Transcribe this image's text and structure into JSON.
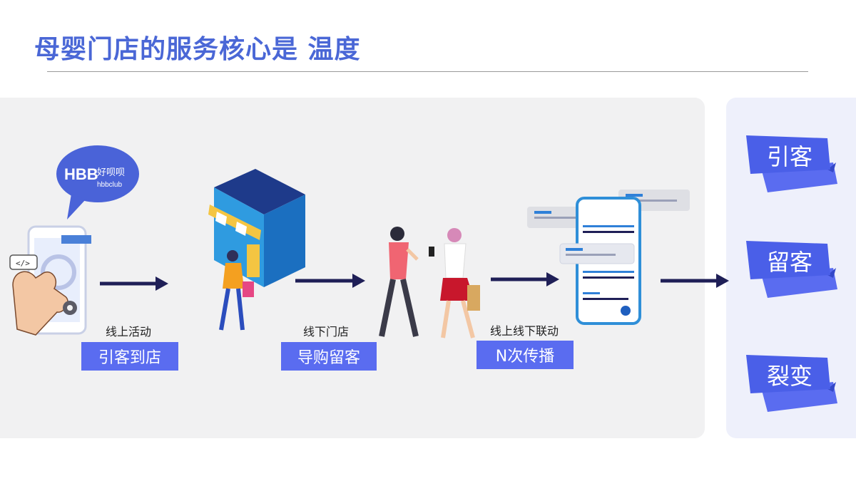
{
  "title": "母婴门店的服务核心是 温度",
  "brand": {
    "logo_text": "HBB",
    "logo_name": "好呗呗",
    "logo_sub": "hbbclub"
  },
  "steps": [
    {
      "caption": "线上活动",
      "label": "引客到店"
    },
    {
      "caption": "线下门店",
      "label": "导购留客"
    },
    {
      "caption": "线上线下联动",
      "label": "N次传播"
    }
  ],
  "side": {
    "items": [
      "引客",
      "留客",
      "裂变"
    ]
  },
  "colors": {
    "accent": "#5a6cf0",
    "title": "#4a67d6",
    "arrow": "#1f1f57",
    "panel": "#f1f1f2",
    "side_panel": "#eef0fb"
  },
  "icons": [
    "phone-hand-icon",
    "chat-bubble-icon",
    "gear-icon",
    "store-icon",
    "shopper-icon",
    "friends-icon",
    "mobile-feed-icon",
    "arrow-right-icon"
  ]
}
